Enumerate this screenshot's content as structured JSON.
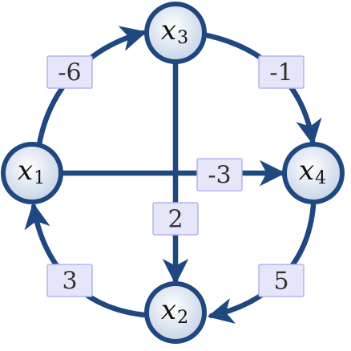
{
  "colors": {
    "edge": "#1f4780",
    "node_stroke": "#1f4780",
    "node_fill_inner": "#ffffff",
    "node_fill_outer": "#c2d0e5",
    "node_text": "#111111",
    "label_fill": "#e6e6fa",
    "label_stroke": "#b3b3f0",
    "label_text": "#333333"
  },
  "nodes": [
    {
      "id": "x1",
      "base": "x",
      "sub": "1"
    },
    {
      "id": "x2",
      "base": "x",
      "sub": "2"
    },
    {
      "id": "x3",
      "base": "x",
      "sub": "3"
    },
    {
      "id": "x4",
      "base": "x",
      "sub": "4"
    }
  ],
  "edges": [
    {
      "from": "x1",
      "to": "x3",
      "weight": "-6"
    },
    {
      "from": "x3",
      "to": "x4",
      "weight": "-1"
    },
    {
      "from": "x4",
      "to": "x2",
      "weight": "5"
    },
    {
      "from": "x2",
      "to": "x1",
      "weight": "3"
    },
    {
      "from": "x1",
      "to": "x4",
      "weight": "-3"
    },
    {
      "from": "x3",
      "to": "x2",
      "weight": "2"
    }
  ]
}
